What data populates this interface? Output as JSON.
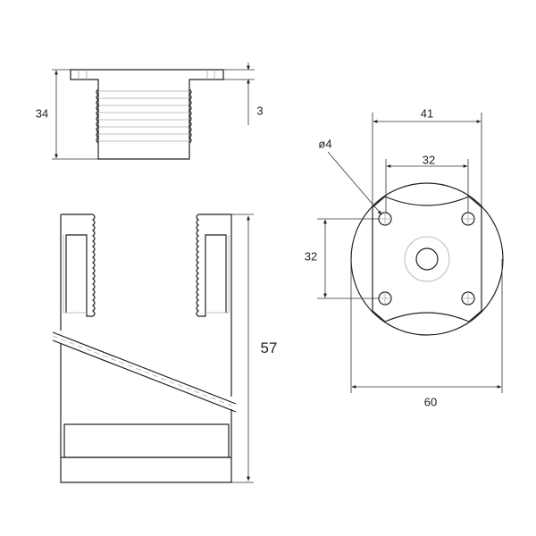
{
  "title": "Furniture leg adjuster technical drawing",
  "dimensions": {
    "height_total_top": "34",
    "flange_thickness": "3",
    "height_total_side": "57",
    "plate_width": "41",
    "hole_spacing_horizontal": "32",
    "hole_spacing_vertical": "32",
    "hole_diameter": "ø4",
    "base_diameter": "60"
  },
  "colors": {
    "line": "#222222",
    "hidden": "#aaaaaa"
  }
}
